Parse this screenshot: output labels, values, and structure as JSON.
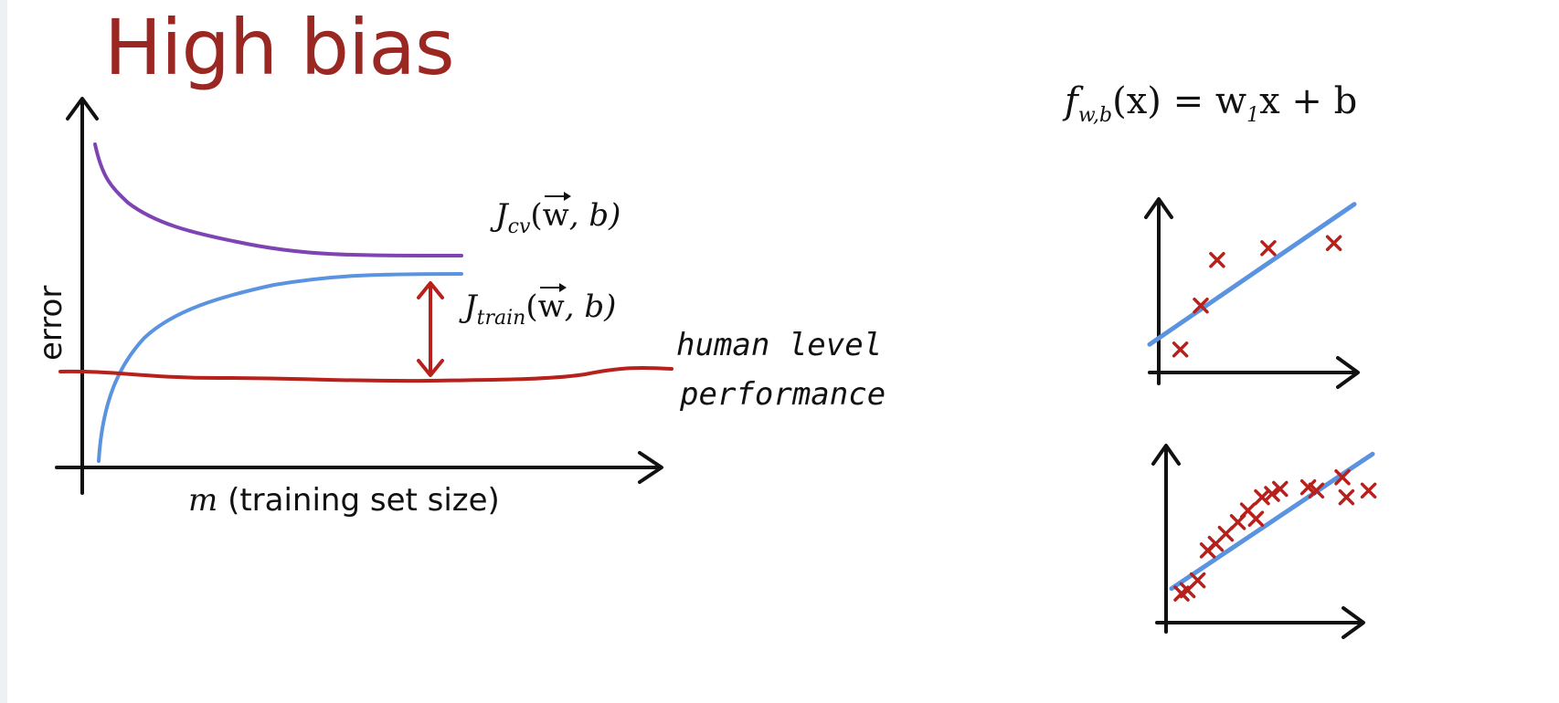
{
  "title": "High bias",
  "formula": {
    "f": "f",
    "sub": "w,b",
    "rest": "(x) = w",
    "w_sub": "1",
    "tail": "x + b"
  },
  "learning_curve": {
    "xlabel_var": "m",
    "xlabel_text": "(training set size)",
    "ylabel": "error",
    "jcv": {
      "J": "J",
      "sub": "cv",
      "args_open": "(",
      "w": "w",
      "args_rest": ", b)"
    },
    "jtrain": {
      "J": "J",
      "sub": "train",
      "args_open": "(",
      "w": "w",
      "args_rest": ", b)"
    },
    "human_level_line1": "human level",
    "human_level_line2": "performance"
  },
  "colors": {
    "title": "#9b2723",
    "cv_curve": "#7e44b3",
    "train_curve": "#5a93e0",
    "human_level": "#b8201b",
    "fit_line": "#5a93e0",
    "points": "#b8201b",
    "axes": "#111111"
  },
  "small_plot_top": {
    "points": [
      [
        0.15,
        0.12
      ],
      [
        0.25,
        0.38
      ],
      [
        0.33,
        0.65
      ],
      [
        0.58,
        0.72
      ],
      [
        0.9,
        0.75
      ]
    ],
    "fit_line": [
      [
        0.0,
        0.15
      ],
      [
        1.0,
        0.98
      ]
    ]
  },
  "small_plot_bottom": {
    "points": [
      [
        0.05,
        0.12
      ],
      [
        0.08,
        0.14
      ],
      [
        0.13,
        0.2
      ],
      [
        0.18,
        0.38
      ],
      [
        0.22,
        0.42
      ],
      [
        0.27,
        0.48
      ],
      [
        0.33,
        0.55
      ],
      [
        0.38,
        0.62
      ],
      [
        0.42,
        0.57
      ],
      [
        0.45,
        0.7
      ],
      [
        0.5,
        0.72
      ],
      [
        0.54,
        0.75
      ],
      [
        0.68,
        0.76
      ],
      [
        0.72,
        0.74
      ],
      [
        0.85,
        0.82
      ],
      [
        0.87,
        0.7
      ],
      [
        0.98,
        0.74
      ]
    ],
    "fit_line": [
      [
        0.0,
        0.15
      ],
      [
        1.0,
        0.96
      ]
    ]
  }
}
